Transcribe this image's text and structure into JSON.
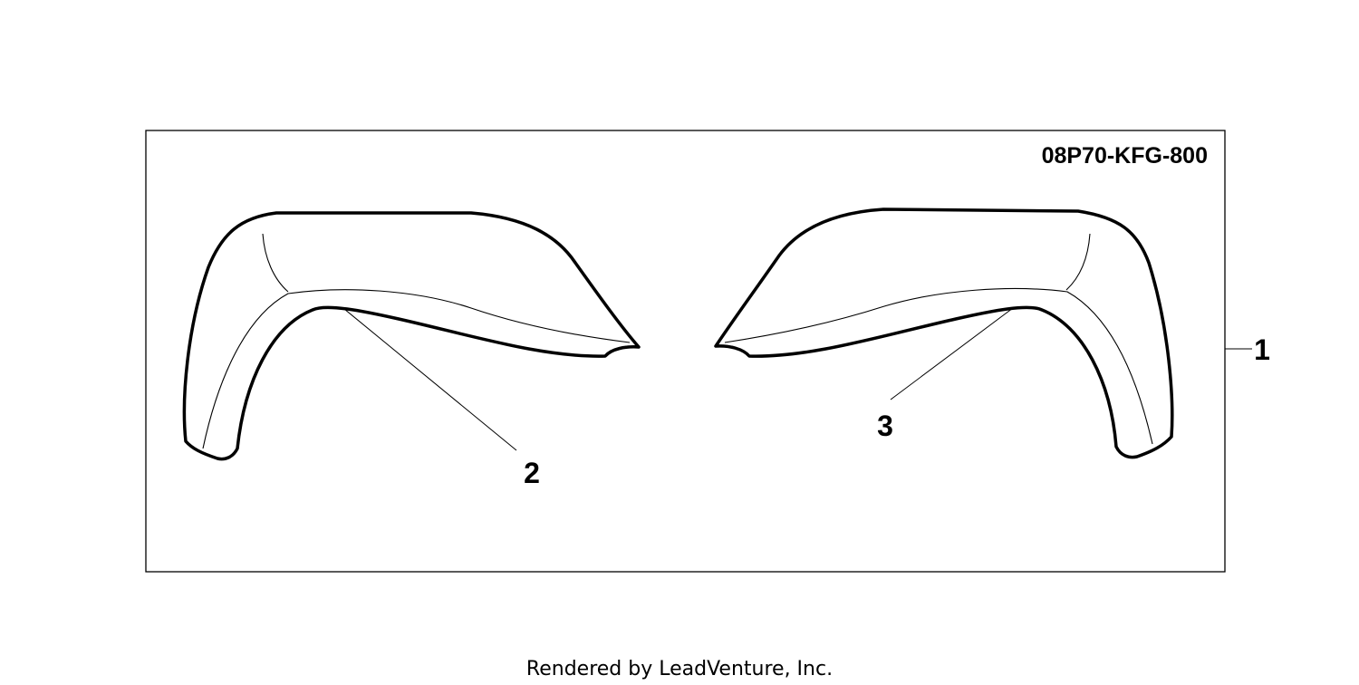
{
  "kit": {
    "part_number": "08P70-KFG-800"
  },
  "callouts": [
    {
      "id": "callout-1",
      "label": "1"
    },
    {
      "id": "callout-2",
      "label": "2"
    },
    {
      "id": "callout-3",
      "label": "3"
    }
  ],
  "footer": {
    "text": "Rendered by LeadVenture, Inc."
  },
  "colors": {
    "line": "#000000",
    "background": "#ffffff"
  }
}
